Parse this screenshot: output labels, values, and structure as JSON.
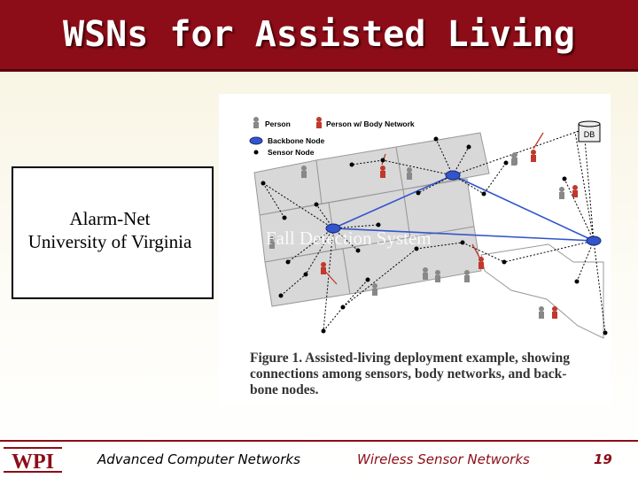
{
  "slide": {
    "title": "WSNs for Assisted Living",
    "left_box": {
      "line1": "Alarm-Net",
      "line2": "University of Virginia"
    },
    "overlay_text": "Fall Detection System"
  },
  "figure": {
    "legend": {
      "person": "Person",
      "person_body": "Person w/ Body Network",
      "backbone": "Backbone Node",
      "sensor": "Sensor Node"
    },
    "db_label": "DB",
    "caption_lines": [
      "Figure 1.  Assisted-living deployment example, showing",
      "connections among sensors, body networks, and back-",
      "bone nodes."
    ]
  },
  "footer": {
    "logo_text": "WPI",
    "course": "Advanced Computer Networks",
    "topic": "Wireless Sensor Networks",
    "page": "19"
  },
  "colors": {
    "title_bar": "#8c0d18",
    "backbone": "#3355cc",
    "person_body": "#c0392b",
    "figure_bg": "#d8d8d8"
  }
}
